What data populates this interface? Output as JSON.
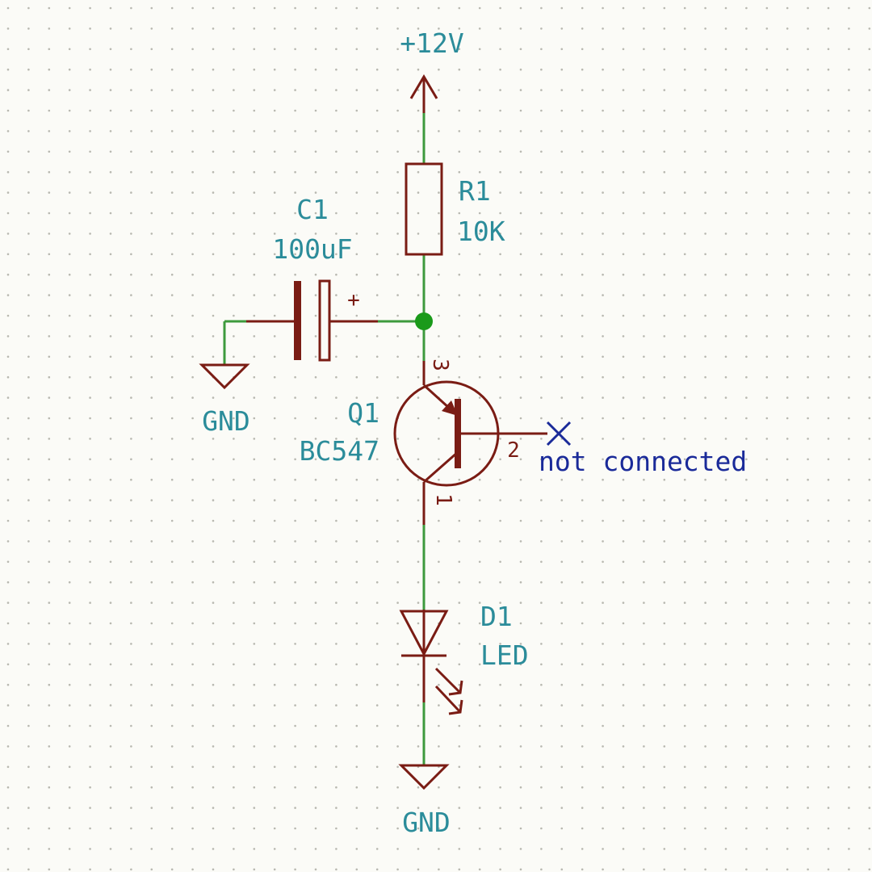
{
  "colors": {
    "background": "#fbfbf7",
    "grid_dot": "#b8b8b0",
    "component": "#7a1c14",
    "wire": "#3d9a3d",
    "junction": "#1a9a1a",
    "label": "#2b8c9a",
    "no_connect_text": "#1a2a99",
    "no_connect_mark": "#1a2a99"
  },
  "power": {
    "vcc_label": "+12V",
    "gnd_left_label": "GND",
    "gnd_bottom_label": "GND"
  },
  "components": {
    "r1": {
      "ref": "R1",
      "value": "10K"
    },
    "c1": {
      "ref": "C1",
      "value": "100uF",
      "polarity_mark": "+"
    },
    "q1": {
      "ref": "Q1",
      "value": "BC547",
      "pin_collector": "3",
      "pin_base": "2",
      "pin_emitter": "1"
    },
    "d1": {
      "ref": "D1",
      "value": "LED"
    }
  },
  "no_connect": {
    "text": "not connected"
  }
}
